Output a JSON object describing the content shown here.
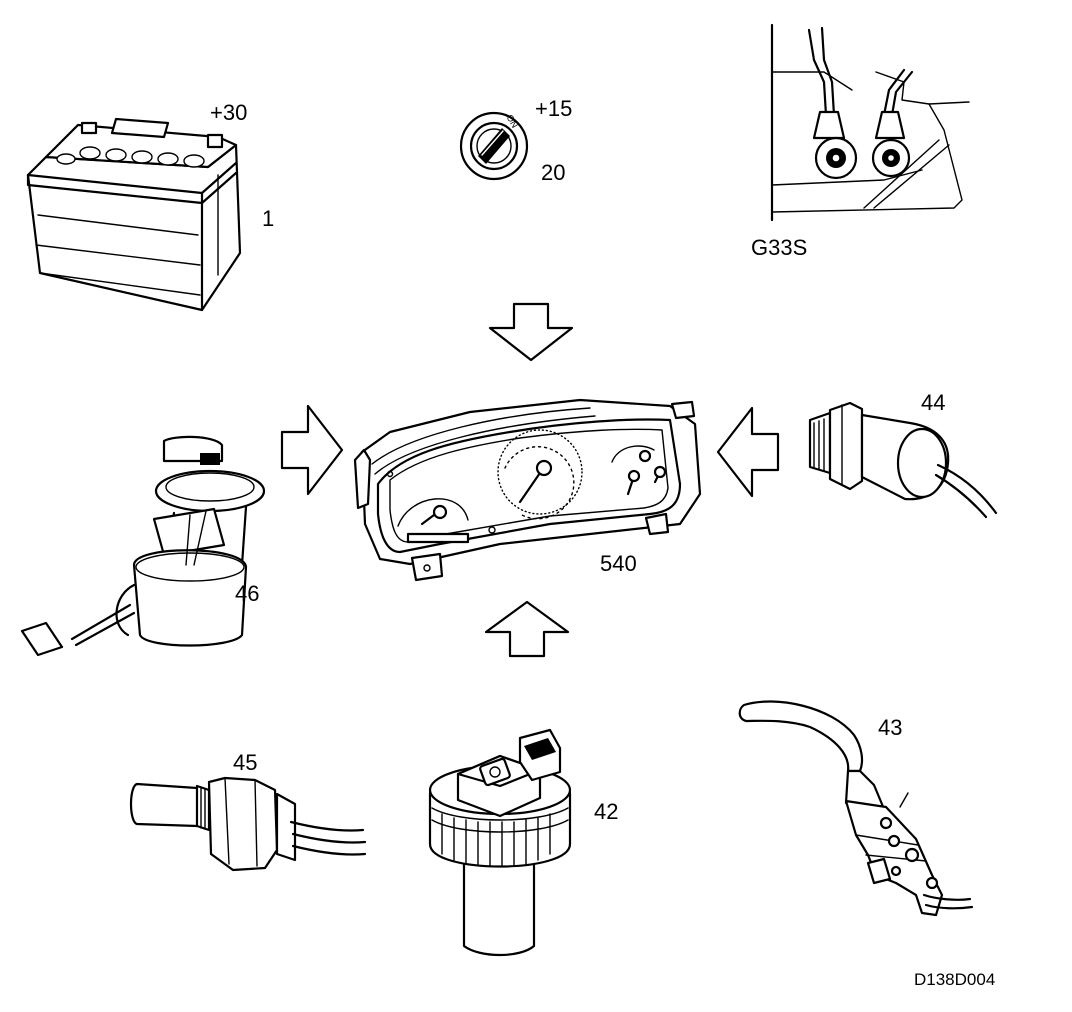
{
  "labels": {
    "battery_terminal": "+30",
    "battery_number": "1",
    "ignition_terminal": "+15",
    "ignition_number": "20",
    "ignition_on_mark": "ON",
    "ground_point": "G33S",
    "instrument_cluster": "540",
    "oil_pressure_sensor": "44",
    "fuel_pump": "46",
    "coolant_temp_sensor": "45",
    "brake_fluid_level_sensor": "42",
    "handbrake_switch": "43",
    "figure_ref": "D138D004"
  }
}
